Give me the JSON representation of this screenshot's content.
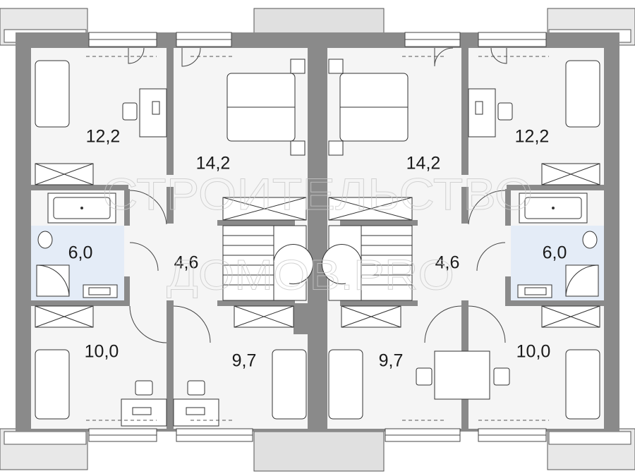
{
  "rooms": [
    {
      "id": "bedroom-left-top",
      "area": "12,2"
    },
    {
      "id": "bedroom-left-master",
      "area": "14,2"
    },
    {
      "id": "bedroom-right-master",
      "area": "14,2"
    },
    {
      "id": "bedroom-right-top",
      "area": "12,2"
    },
    {
      "id": "bathroom-left",
      "area": "6,0"
    },
    {
      "id": "hall-left",
      "area": "4,6"
    },
    {
      "id": "hall-right",
      "area": "4,6"
    },
    {
      "id": "bathroom-right",
      "area": "6,0"
    },
    {
      "id": "bedroom-left-bottom",
      "area": "10,0"
    },
    {
      "id": "bedroom-left-middle",
      "area": "9,7"
    },
    {
      "id": "bedroom-right-middle",
      "area": "9,7"
    },
    {
      "id": "bedroom-right-bottom",
      "area": "10,0"
    }
  ],
  "watermark": {
    "line1": "СТРОИТЕЛЬСТВО",
    "line2": "ДОМОВ.PRO"
  },
  "colors": {
    "wall": "#8a8a8a",
    "floor": "#f5f5f5",
    "bathroom": "#e4ecf7",
    "line": "#333333",
    "balcony": "#d6d6d6"
  }
}
